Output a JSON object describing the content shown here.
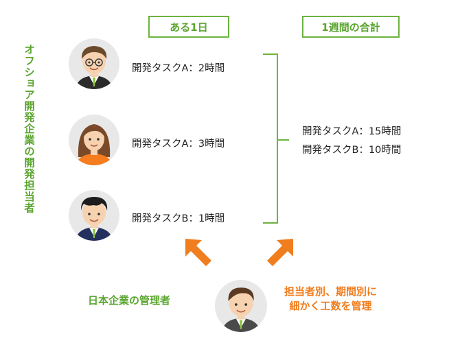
{
  "headers": {
    "day": "ある1日",
    "week": "1週間の合計"
  },
  "side_title": "オフショア開発企業の開発担当者",
  "tasks": [
    "開発タスクA：2時間",
    "開発タスクA：3時間",
    "開発タスクB：1時間"
  ],
  "totals": [
    "開発タスクA：15時間",
    "開発タスクB：10時間"
  ],
  "manager_label": "日本企業の管理者",
  "note": {
    "line1": "担当者別、期間別に",
    "line2": "細かく工数を管理"
  },
  "colors": {
    "green": "#6cb33f",
    "orange": "#f07d1e",
    "avatar_bg": "#e8e8e8"
  },
  "icons": [
    "developer-glasses-avatar-icon",
    "developer-woman-avatar-icon",
    "developer-man-avatar-icon",
    "manager-avatar-icon",
    "arrow-up-left-icon",
    "arrow-up-right-icon"
  ]
}
